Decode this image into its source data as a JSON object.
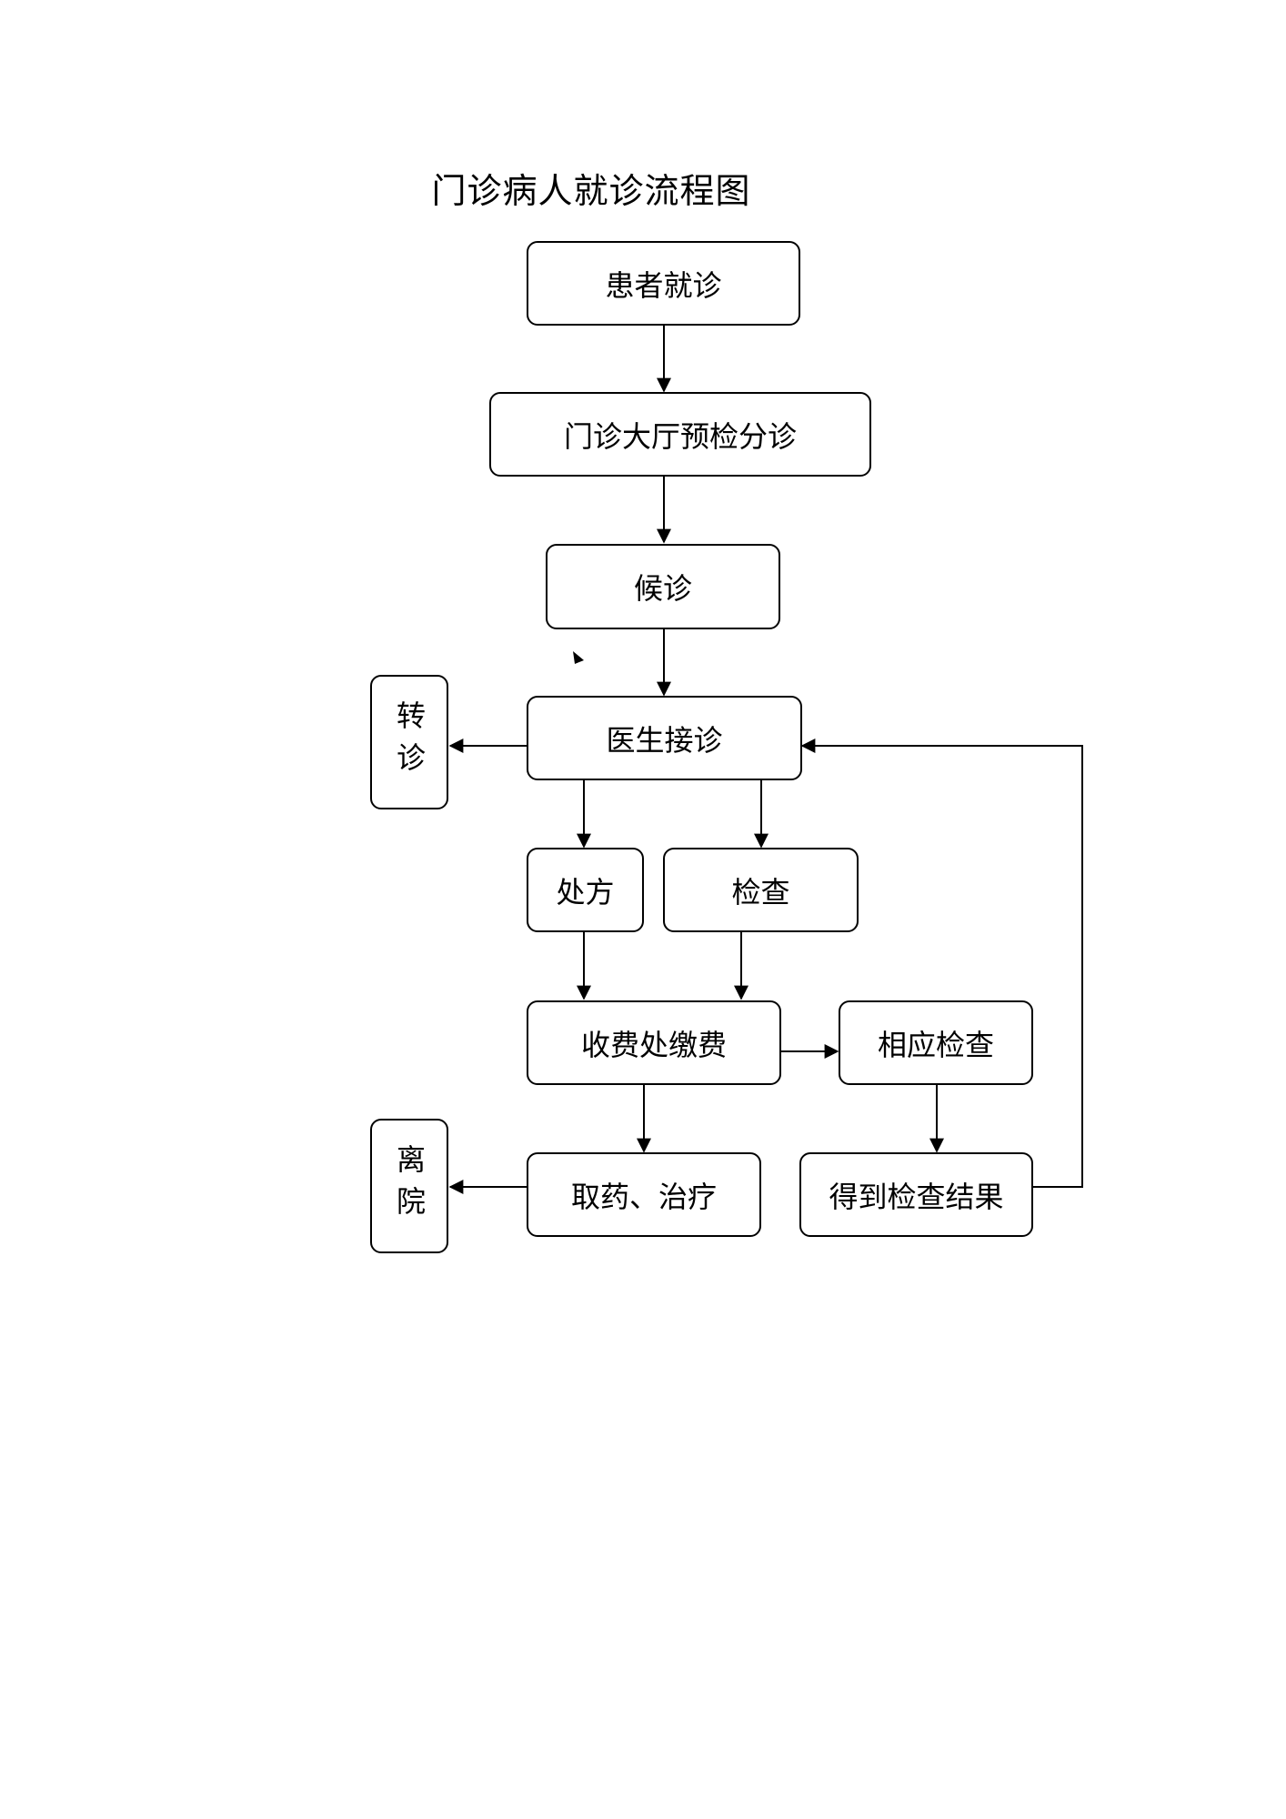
{
  "title": "门诊病人就诊流程图",
  "nodes": {
    "patient_visit": "患者就诊",
    "triage": "门诊大厅预检分诊",
    "waiting": "候诊",
    "doctor_consult": "医生接诊",
    "referral": "转诊",
    "prescription": "处方",
    "examination": "检查",
    "payment": "收费处缴费",
    "related_exam": "相应检查",
    "get_medicine": "取药、治疗",
    "exam_result": "得到检查结果",
    "discharge": "离院"
  }
}
